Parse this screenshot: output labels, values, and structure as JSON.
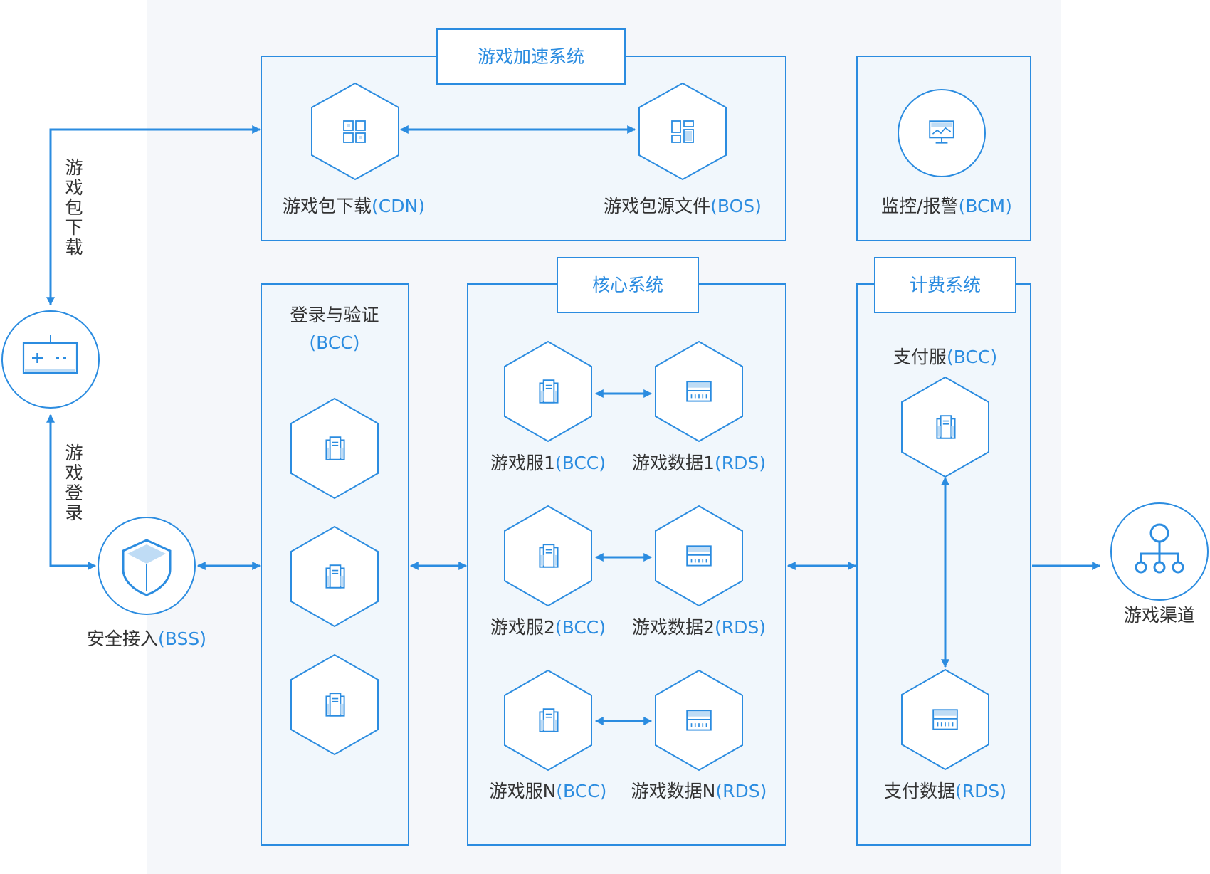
{
  "colors": {
    "accent": "#2b8ce0",
    "panel_bg": "#f1f7fc",
    "border": "#2b8ce0",
    "text": "#333333",
    "backdrop": "#f5f7fa"
  },
  "groups": {
    "acceleration": {
      "title": "游戏加速系统"
    },
    "core": {
      "title": "核心系统"
    },
    "billing": {
      "title": "计费系统"
    }
  },
  "nodes": {
    "cdn": {
      "name": "游戏包下载",
      "service": "(CDN)",
      "icon": "grid-icon"
    },
    "bos": {
      "name": "游戏包源文件",
      "service": "(BOS)",
      "icon": "file-storage-icon"
    },
    "bcm": {
      "name": "监控/报警",
      "service": "(BCM)",
      "icon": "monitor-icon"
    },
    "login": {
      "name": "登录与验证",
      "service": "(BCC)",
      "icon": "server-icon"
    },
    "game_server_1": {
      "name": "游戏服1",
      "service": "(BCC)",
      "icon": "server-icon"
    },
    "game_data_1": {
      "name": "游戏数据1",
      "service": "(RDS)",
      "icon": "database-icon"
    },
    "game_server_2": {
      "name": "游戏服2",
      "service": "(BCC)",
      "icon": "server-icon"
    },
    "game_data_2": {
      "name": "游戏数据2",
      "service": "(RDS)",
      "icon": "database-icon"
    },
    "game_server_n": {
      "name": "游戏服N",
      "service": "(BCC)",
      "icon": "server-icon"
    },
    "game_data_n": {
      "name": "游戏数据N",
      "service": "(RDS)",
      "icon": "database-icon"
    },
    "pay_server": {
      "name": "支付服",
      "service": "(BCC)",
      "icon": "server-icon"
    },
    "pay_data": {
      "name": "支付数据",
      "service": "(RDS)",
      "icon": "database-icon"
    },
    "bss": {
      "name": "安全接入",
      "service": "(BSS)",
      "icon": "shield-icon"
    },
    "client": {
      "icon": "gamepad-icon"
    },
    "channel": {
      "name": "游戏渠道",
      "icon": "network-icon"
    }
  },
  "edges": {
    "download": "游戏包下载",
    "login": "游戏登录"
  }
}
